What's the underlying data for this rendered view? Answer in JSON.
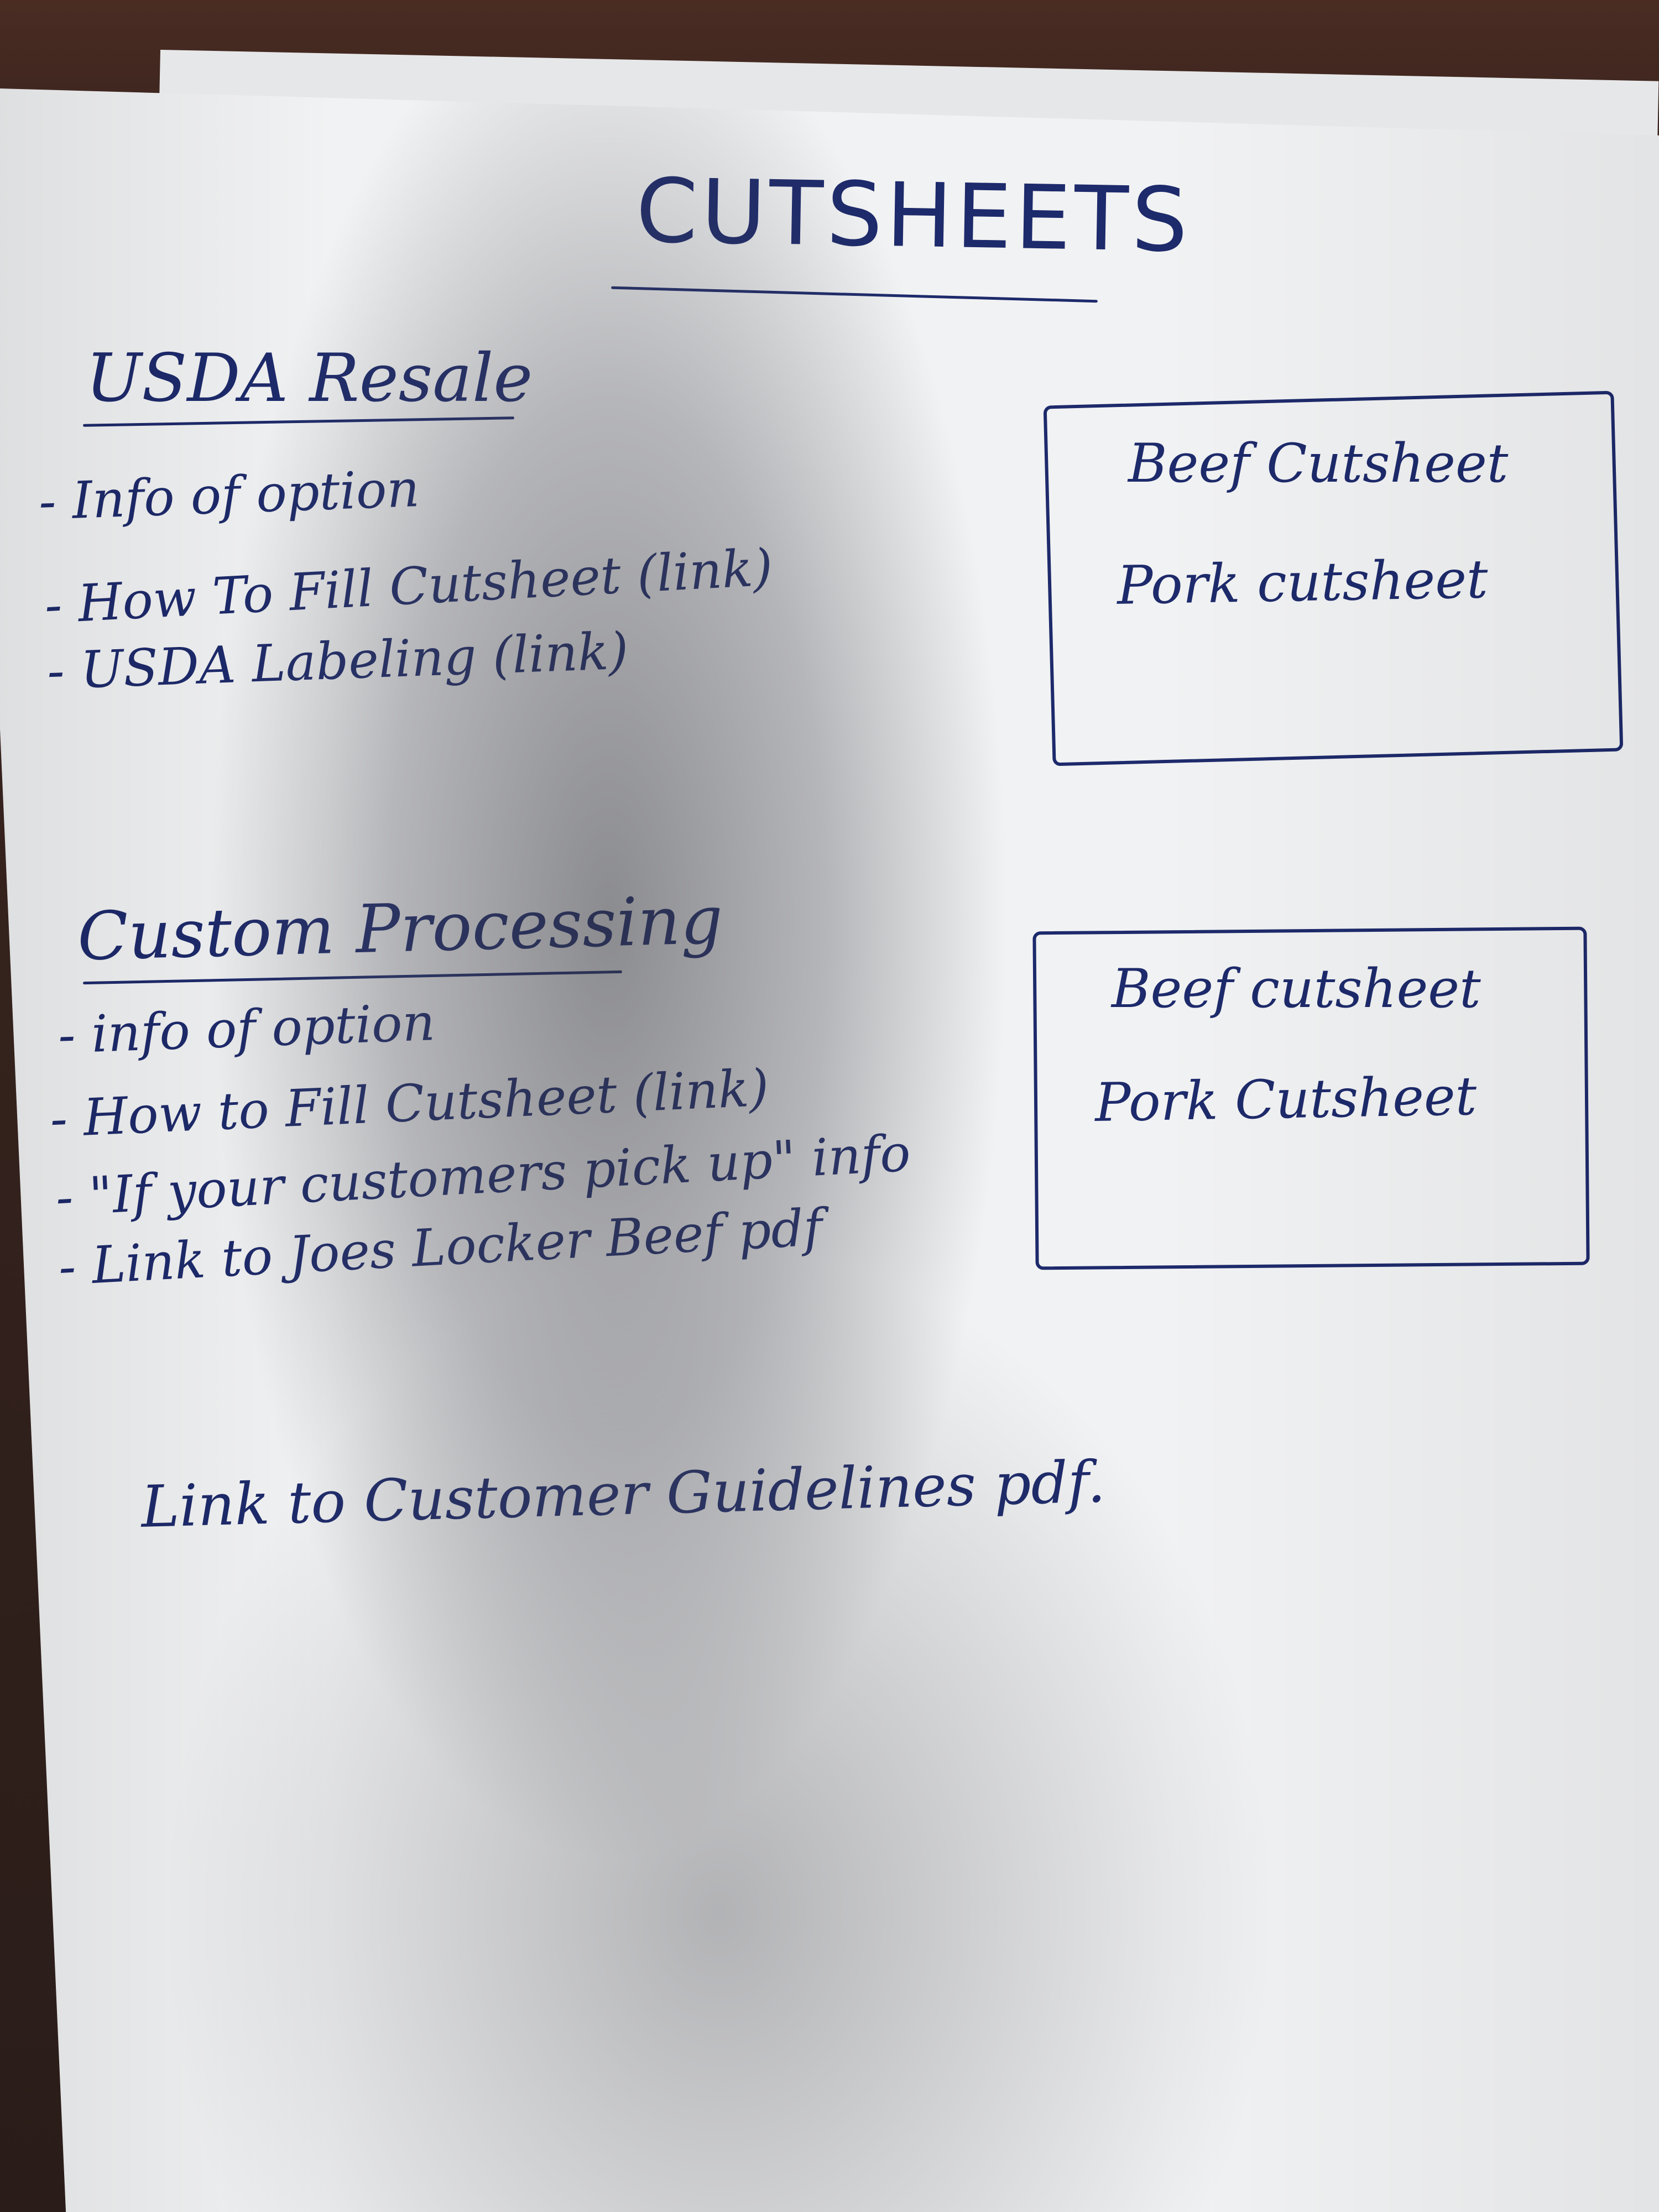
{
  "page_title": "CUTSHEETS",
  "sections": [
    {
      "heading": "USDA Resale",
      "items": [
        "- Info of option",
        "- How To Fill Cutsheet (link)",
        "- USDA Labeling (link)"
      ],
      "box_items": [
        "Beef Cutsheet",
        "Pork cutsheet"
      ]
    },
    {
      "heading": "Custom Processing",
      "items": [
        "- info of option",
        "- How to Fill Cutsheet (link)",
        "- \"If your customers pick up\" info",
        "- Link to Joes Locker Beef pdf"
      ],
      "box_items": [
        "Beef cutsheet",
        "Pork Cutsheet"
      ]
    }
  ],
  "footer_link": "Link to Customer Guidelines pdf.",
  "ink_color": "#1d2a6b"
}
